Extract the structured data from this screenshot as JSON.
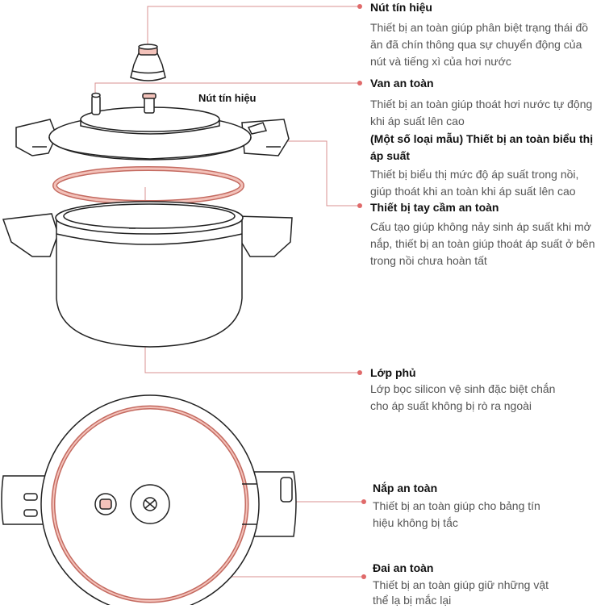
{
  "annotations": {
    "signal_button": {
      "title": "Nút tín hiệu",
      "lines": [
        "Thiết bị an toàn giúp phân biệt trạng thái đồ",
        "ăn đã chín thông qua sự chuyển động của",
        "nút và tiếng xì của hơi nước"
      ]
    },
    "signal_button_small": {
      "title": "Nút tín hiệu"
    },
    "safety_valve": {
      "title": "Van an toàn",
      "lines": [
        "Thiết bị an toàn giúp thoát hơi nước tự động",
        "khi áp suất lên cao"
      ]
    },
    "pressure_indicator": {
      "title_lines": [
        "(Một số loại mẫu) Thiết bị an toàn biểu thị",
        "áp suất"
      ],
      "lines": [
        "Thiết bị biểu thị mức độ áp suất trong nồi,",
        "giúp thoát khi an toàn khi áp suất lên cao"
      ]
    },
    "safety_handle": {
      "title": "Thiết bị tay cầm an toàn",
      "lines": [
        "Cấu tạo giúp không nảy sinh áp suất khi mở",
        "nắp, thiết bị an toàn giúp thoát áp suất ở bên",
        "trong nồi chưa hoàn tất"
      ]
    },
    "coating": {
      "title": "Lớp phủ",
      "lines": [
        "Lớp bọc silicon vệ sinh đặc biệt chắn",
        "cho áp suất không bị rò ra ngoài"
      ]
    },
    "safety_cap": {
      "title": "Nắp an toàn",
      "lines": [
        "Thiết bị an toàn giúp cho bảng tín",
        "hiệu không bị tắc"
      ]
    },
    "safety_band": {
      "title": "Đai an toàn",
      "lines": [
        "Thiết bị an toàn giúp giữ những vật",
        "thể lạ bị mắc lại"
      ]
    }
  },
  "colors": {
    "line": "#222222",
    "leader": "#d99090",
    "gasket": "#e8a49a",
    "gasket_stroke": "#c46a60",
    "dot": "#e06a6a"
  }
}
